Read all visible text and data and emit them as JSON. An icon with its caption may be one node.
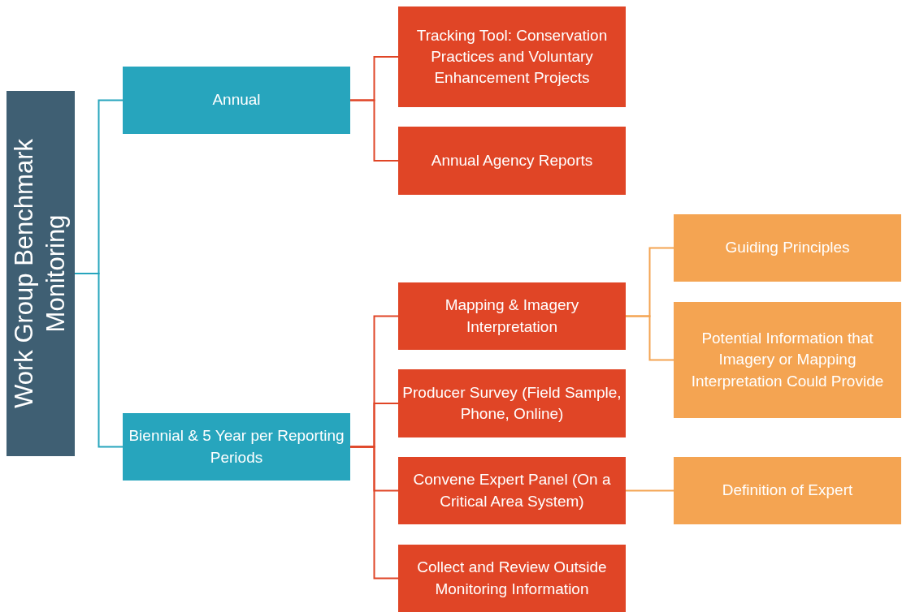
{
  "diagram": {
    "nodes": [
      {
        "text": [
          "Work Group Benchmark Monitoring"
        ]
      },
      {
        "text": [
          "Annual"
        ]
      },
      {
        "text": [
          "Tracking Tool: Conservation Practices and Voluntary Enhancement Projects"
        ]
      },
      {
        "text": [
          "Annual Agency Reports"
        ]
      },
      {
        "text": [
          "Biennial & 5 Year per Reporting Periods"
        ]
      },
      {
        "text": [
          "Mapping & Imagery Interpretation"
        ]
      },
      {
        "text": [
          "Guiding Principles"
        ]
      },
      {
        "text": [
          "Potential Information that Imagery or Mapping Interpretation Could Provide"
        ]
      },
      {
        "text": [
          "Producer Survey (Field Sample, Phone, Online)"
        ]
      },
      {
        "text": [
          "Convene Expert Panel (On a Critical Area System)"
        ]
      },
      {
        "text": [
          "Definition of Expert"
        ]
      },
      {
        "text": [
          "Collect and Review Outside Monitoring Information"
        ]
      }
    ],
    "edges": [
      {
        "from": 0,
        "to": 1,
        "arrow": "none",
        "color": "#27a5bd"
      },
      {
        "from": 0,
        "to": 4,
        "arrow": "none",
        "color": "#27a5bd"
      },
      {
        "from": 1,
        "to": 2,
        "arrow": "none"
      },
      {
        "from": 1,
        "to": 3,
        "arrow": "none"
      },
      {
        "from": 4,
        "to": 5,
        "arrow": "none"
      },
      {
        "from": 4,
        "to": 8,
        "arrow": "none"
      },
      {
        "from": 4,
        "to": 9,
        "arrow": "none"
      },
      {
        "from": 4,
        "to": 11,
        "arrow": "none"
      },
      {
        "from": 5,
        "to": 6,
        "arrow": "none",
        "color": "#f4a452"
      },
      {
        "from": 5,
        "to": 7,
        "arrow": "none",
        "color": "#f4a452"
      },
      {
        "from": 9,
        "to": 10,
        "arrow": "none",
        "color": "#f4a452"
      }
    ]
  }
}
